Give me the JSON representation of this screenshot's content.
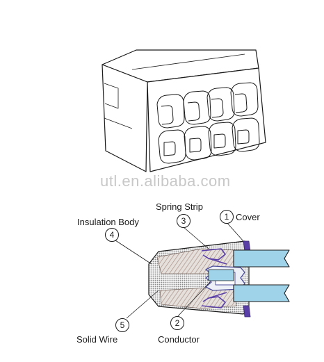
{
  "watermark": "utl.en.alibaba.com",
  "callouts": [
    {
      "number": "1",
      "label": "Cover"
    },
    {
      "number": "2",
      "label": "Conductor"
    },
    {
      "number": "3",
      "label": "Spring Strip"
    },
    {
      "number": "4",
      "label": "Insulation Body"
    },
    {
      "number": "5",
      "label": "Solid Wire"
    }
  ],
  "colors": {
    "line": "#1a1a1a",
    "wire_blue": "#9fd3ea",
    "spring_purple": "#5a3ea8",
    "insulation_gray": "#d9d9d9"
  }
}
